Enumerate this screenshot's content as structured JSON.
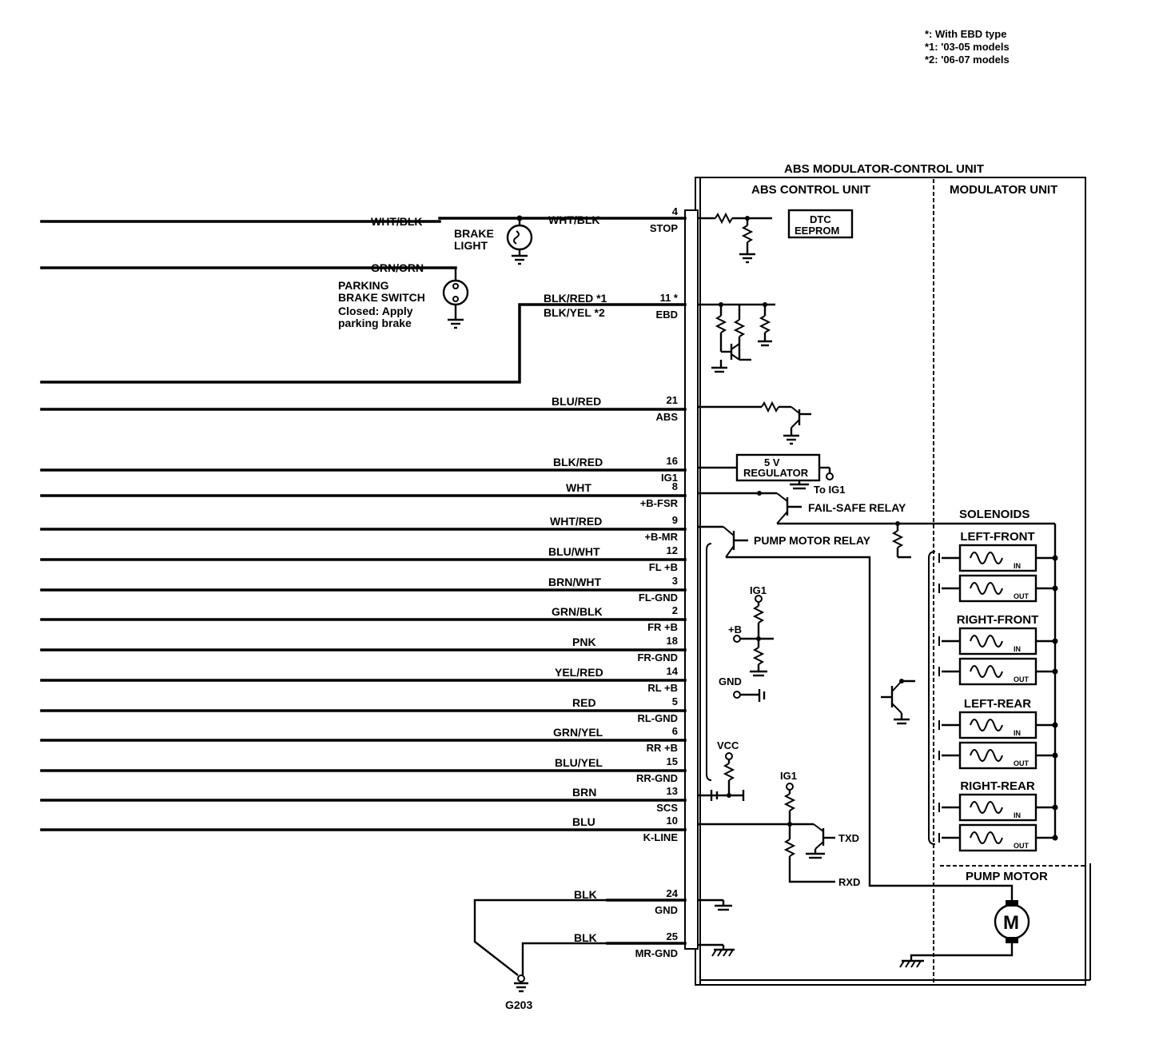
{
  "notes": [
    "*: With EBD type",
    "*1: '03-05 models",
    "*2: '06-07 models"
  ],
  "unit": {
    "title": "ABS MODULATOR-CONTROL UNIT",
    "control": "ABS CONTROL UNIT",
    "modulator": "MODULATOR UNIT",
    "dtc": [
      "DTC",
      "EEPROM"
    ],
    "regulator": [
      "5 V",
      "REGULATOR"
    ],
    "to_ig1": "To IG1",
    "fail_safe": "FAIL-SAFE RELAY",
    "pump_relay": "PUMP MOTOR RELAY",
    "solenoids": "SOLENOIDS",
    "valves": [
      "LEFT-FRONT",
      "RIGHT-FRONT",
      "LEFT-REAR",
      "RIGHT-REAR"
    ],
    "in": "IN",
    "out": "OUT",
    "pump_motor": "PUMP MOTOR",
    "motor": "M",
    "ig1": "IG1",
    "plus_b": "+B",
    "gnd": "GND",
    "vcc": "VCC",
    "ig1b": "IG1",
    "txd": "TXD",
    "rxd": "RXD"
  },
  "components": {
    "brake_light": [
      "BRAKE",
      "LIGHT"
    ],
    "parking_switch": [
      "PARKING",
      "BRAKE SWITCH",
      "Closed: Apply",
      "parking brake"
    ],
    "ground": "G203"
  },
  "wires": {
    "stop_left": "WHT/BLK",
    "stop_right": "WHT/BLK",
    "parking": "GRN/ORN",
    "ebd_1": "BLK/RED *1",
    "ebd_2": "BLK/YEL *2"
  },
  "pins": [
    {
      "num": "4",
      "name": "STOP",
      "wire": ""
    },
    {
      "num": "11 *",
      "name": "EBD",
      "wire": ""
    },
    {
      "num": "21",
      "name": "ABS",
      "wire": "BLU/RED"
    },
    {
      "num": "16",
      "name": "IG1",
      "wire": "BLK/RED"
    },
    {
      "num": "8",
      "name": "+B-FSR",
      "wire": "WHT"
    },
    {
      "num": "9",
      "name": "+B-MR",
      "wire": "WHT/RED"
    },
    {
      "num": "12",
      "name": "FL +B",
      "wire": "BLU/WHT"
    },
    {
      "num": "3",
      "name": "FL-GND",
      "wire": "BRN/WHT"
    },
    {
      "num": "2",
      "name": "FR +B",
      "wire": "GRN/BLK"
    },
    {
      "num": "18",
      "name": "FR-GND",
      "wire": "PNK"
    },
    {
      "num": "14",
      "name": "RL +B",
      "wire": "YEL/RED"
    },
    {
      "num": "5",
      "name": "RL-GND",
      "wire": "RED"
    },
    {
      "num": "6",
      "name": "RR +B",
      "wire": "GRN/YEL"
    },
    {
      "num": "15",
      "name": "RR-GND",
      "wire": "BLU/YEL"
    },
    {
      "num": "13",
      "name": "SCS",
      "wire": "BRN"
    },
    {
      "num": "10",
      "name": "K-LINE",
      "wire": "BLU"
    },
    {
      "num": "24",
      "name": "GND",
      "wire": "BLK"
    },
    {
      "num": "25",
      "name": "MR-GND",
      "wire": "BLK"
    }
  ]
}
